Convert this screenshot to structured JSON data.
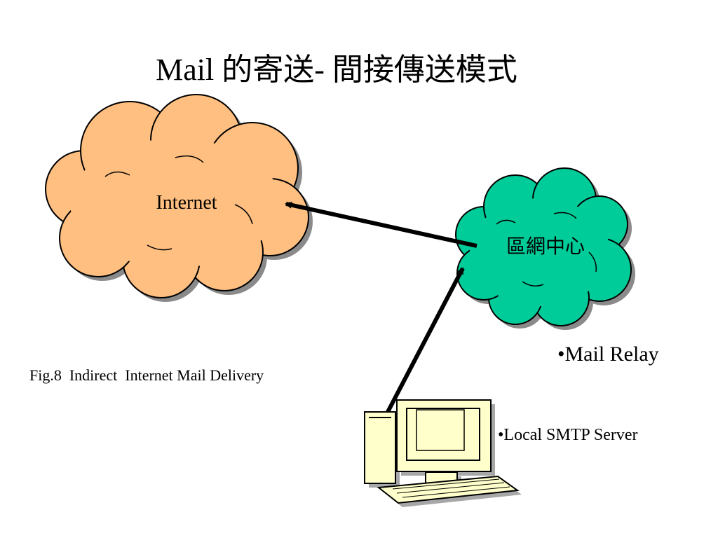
{
  "slide": {
    "title": "Mail 的寄送- 間接傳送模式",
    "caption": "Fig.8  Indirect  Internet Mail Delivery"
  },
  "nodes": {
    "internet": {
      "label": "Internet",
      "fill": "#FFBF80"
    },
    "regional_center": {
      "label": "區網中心",
      "fill": "#00CC99"
    },
    "relay_bullet": "•Mail Relay",
    "smtp_bullet": "•Local SMTP Server"
  },
  "colors": {
    "arrow": "#000000",
    "computer": "#FFFFCC",
    "outline": "#000000",
    "shadow": "#888888"
  }
}
